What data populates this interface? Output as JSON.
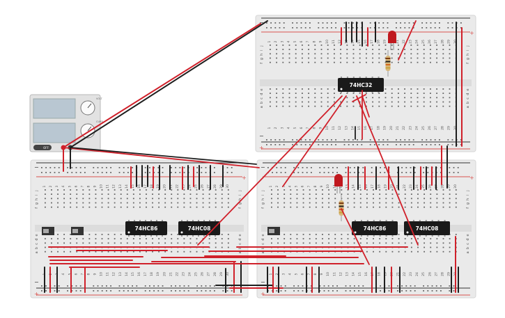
{
  "colors": {
    "board": "#eaeaea",
    "board_edge": "#d6d6d6",
    "hole": "#666666",
    "rail_red": "#d9534f",
    "rail_blue": "#333333",
    "wire_red": "#d0202a",
    "wire_black": "#1e1e1e",
    "chip_body": "#1a1a1a",
    "chip_text": "#ffffff",
    "psu_body": "#e2e2e2",
    "psu_screen": "#b9c7d2",
    "led": "#c0181e"
  },
  "row_labels": [
    "j",
    "i",
    "h",
    "g",
    "f",
    "e",
    "d",
    "c",
    "b",
    "a"
  ],
  "column_numbers": [
    "1",
    "2",
    "3",
    "4",
    "5",
    "6",
    "7",
    "8",
    "9",
    "10",
    "11",
    "12",
    "13",
    "14",
    "15",
    "16",
    "17",
    "18",
    "19",
    "20",
    "21",
    "22",
    "23",
    "24",
    "25",
    "26",
    "27",
    "28",
    "29",
    "30"
  ],
  "rail_signs": {
    "plus": "+",
    "minus": "−"
  },
  "chips": [
    {
      "id": "chip-top",
      "label": "74HC32"
    },
    {
      "id": "chip-left-a",
      "label": "74HC86"
    },
    {
      "id": "chip-left-b",
      "label": "74HC08"
    },
    {
      "id": "chip-right-a",
      "label": "74HC86"
    },
    {
      "id": "chip-right-b",
      "label": "74HC08"
    }
  ],
  "power_supply": {
    "switch_label": "OFF",
    "knob_labels": [
      "VOLT",
      "CURR"
    ]
  },
  "leds": [
    {
      "id": "led-top",
      "color": "red"
    },
    {
      "id": "led-right",
      "color": "red"
    }
  ],
  "resistors": [
    {
      "id": "resistor-top"
    },
    {
      "id": "resistor-right"
    }
  ],
  "switches": [
    {
      "id": "dip-switch-1"
    },
    {
      "id": "dip-switch-2"
    },
    {
      "id": "dip-switch-3"
    }
  ]
}
